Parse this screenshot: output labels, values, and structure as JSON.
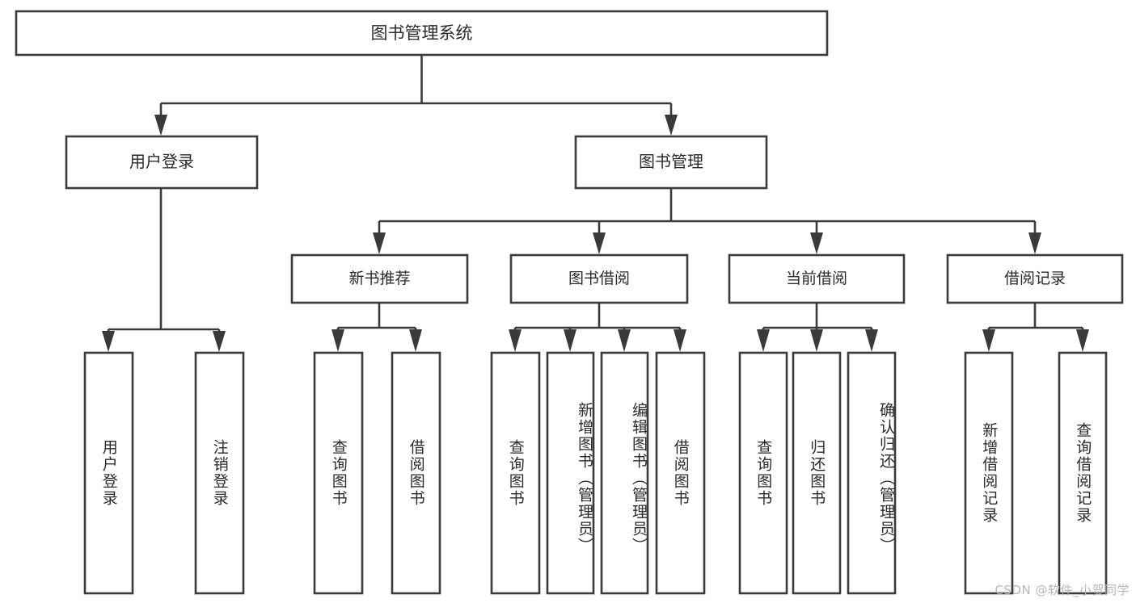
{
  "diagram": {
    "title": "图书管理系统",
    "type": "hierarchy-tree",
    "watermark": "CSDN @软件_小贺同学",
    "colors": {
      "stroke": "#3a3a3a",
      "box_fill": "#ffffff",
      "text": "#2b2b2b",
      "watermark": "#b7b7b7",
      "background": "#ffffff"
    },
    "levels": {
      "root": "图书管理系统",
      "level2": [
        "用户登录",
        "图书管理"
      ],
      "level3": [
        "新书推荐",
        "图书借阅",
        "当前借阅",
        "借阅记录"
      ]
    },
    "nodes": {
      "root": {
        "label": "图书管理系统",
        "level": 1
      },
      "user_login": {
        "label": "用户登录",
        "level": 2
      },
      "book_manage": {
        "label": "图书管理",
        "level": 2
      },
      "new_book_rec": {
        "label": "新书推荐",
        "level": 3
      },
      "book_borrow": {
        "label": "图书借阅",
        "level": 3
      },
      "current_borrow": {
        "label": "当前借阅",
        "level": 3
      },
      "borrow_record": {
        "label": "借阅记录",
        "level": 3
      },
      "leaf_user_login": {
        "label": "用户登录",
        "level": 4,
        "parent": "用户登录"
      },
      "leaf_logout": {
        "label": "注销登录",
        "level": 4,
        "parent": "用户登录"
      },
      "leaf_query_book_1": {
        "label": "查询图书",
        "level": 4,
        "parent": "新书推荐"
      },
      "leaf_borrow_book_1": {
        "label": "借阅图书",
        "level": 4,
        "parent": "新书推荐"
      },
      "leaf_query_book_2": {
        "label": "查询图书",
        "level": 4,
        "parent": "图书借阅"
      },
      "leaf_add_book": {
        "label": "新增图书（管理员）",
        "level": 4,
        "parent": "图书借阅"
      },
      "leaf_edit_book": {
        "label": "编辑图书（管理员）",
        "level": 4,
        "parent": "图书借阅"
      },
      "leaf_borrow_book_2": {
        "label": "借阅图书",
        "level": 4,
        "parent": "图书借阅"
      },
      "leaf_query_book_3": {
        "label": "查询图书",
        "level": 4,
        "parent": "当前借阅"
      },
      "leaf_return_book": {
        "label": "归还图书",
        "level": 4,
        "parent": "当前借阅"
      },
      "leaf_confirm_return": {
        "label": "确认归还（管理员）",
        "level": 4,
        "parent": "当前借阅"
      },
      "leaf_add_record": {
        "label": "新增借阅记录",
        "level": 4,
        "parent": "借阅记录"
      },
      "leaf_query_record": {
        "label": "查询借阅记录",
        "level": 4,
        "parent": "借阅记录"
      }
    }
  }
}
